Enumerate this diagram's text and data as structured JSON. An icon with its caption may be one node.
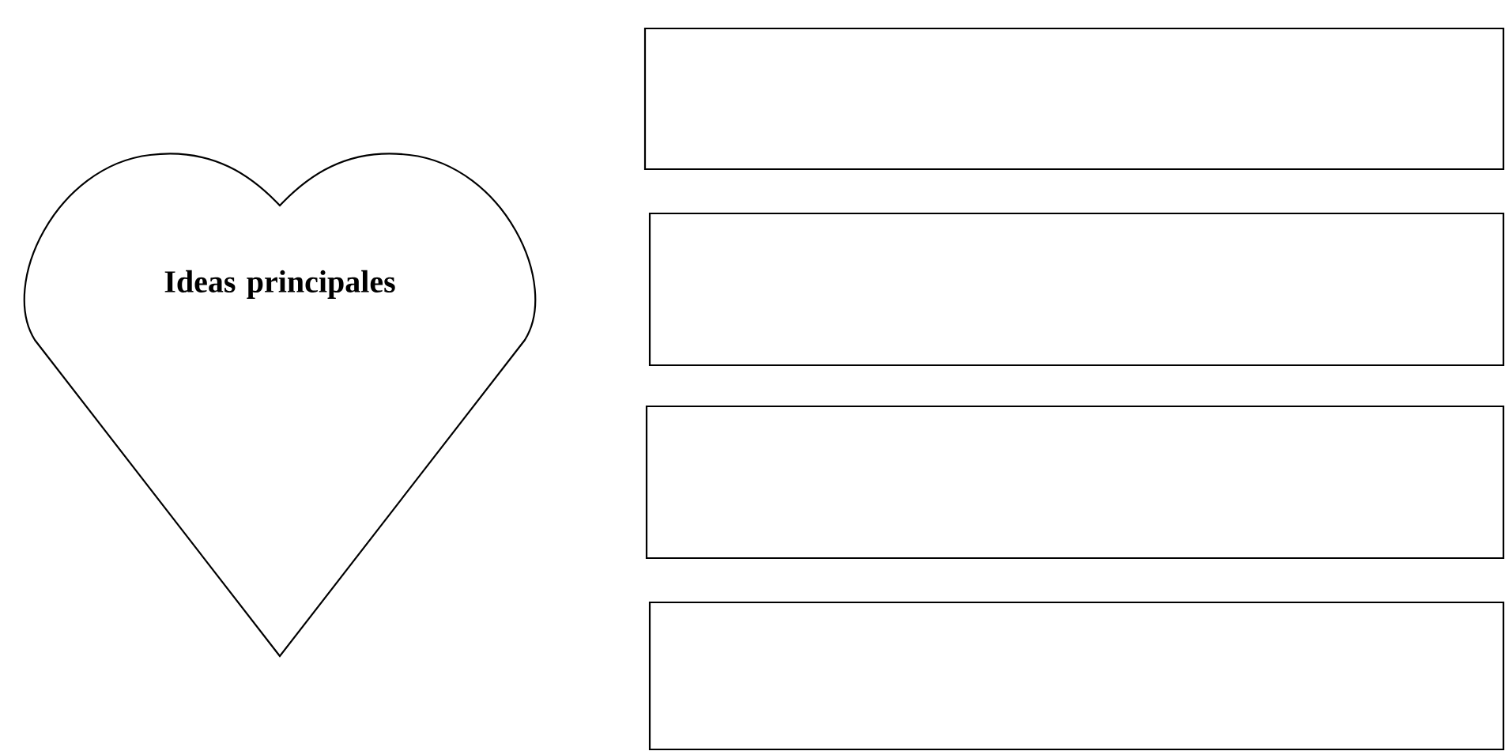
{
  "diagram": {
    "nodes": [
      {
        "text": [
          "Ideas principales"
        ]
      },
      {
        "text": [],
        "shape": "box"
      },
      {
        "text": [],
        "shape": "box"
      },
      {
        "text": [],
        "shape": "box"
      },
      {
        "text": [],
        "shape": "box"
      }
    ]
  }
}
